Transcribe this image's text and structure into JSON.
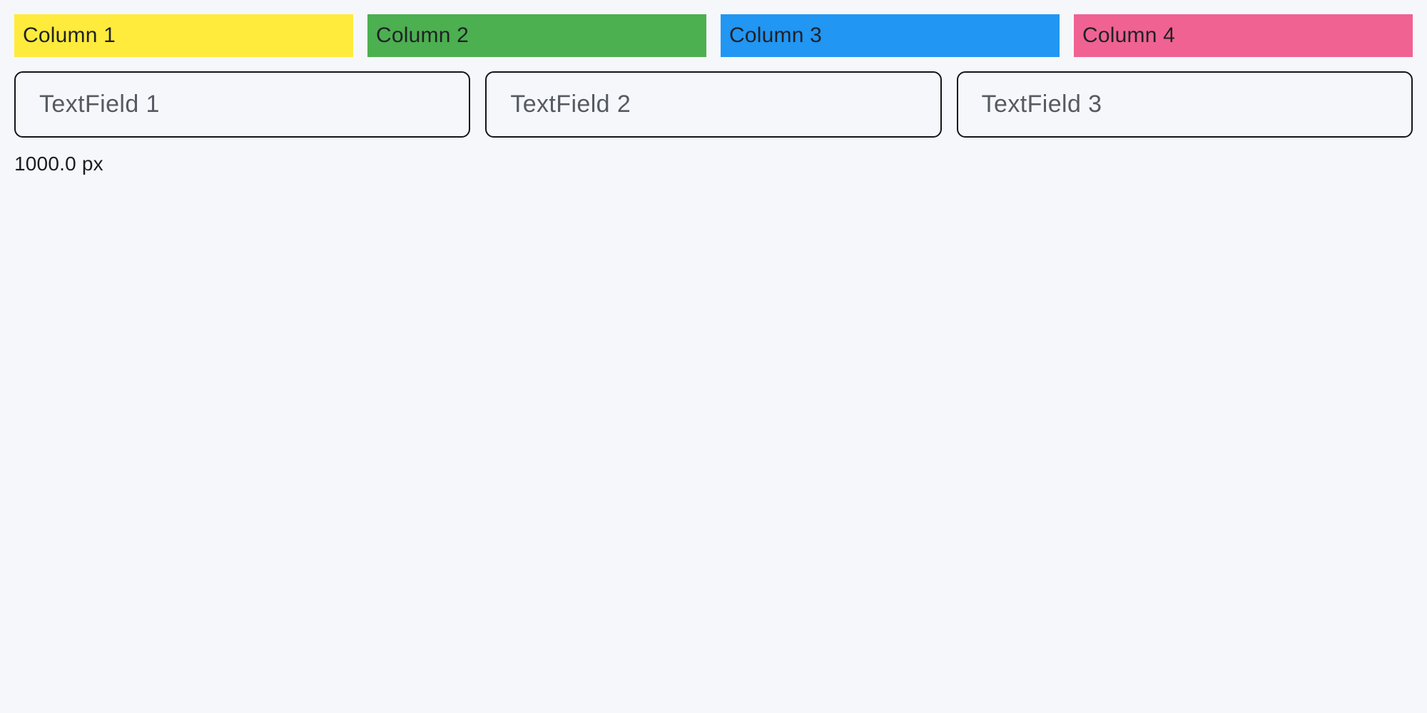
{
  "page": {
    "background": "#F6F7FB",
    "height_label": "1000.0 px"
  },
  "columns": [
    {
      "label": "Column 1",
      "color": "#FFEB3B"
    },
    {
      "label": "Column 2",
      "color": "#4CAF50"
    },
    {
      "label": "Column 3",
      "color": "#2196F3"
    },
    {
      "label": "Column 4",
      "color": "#F06292"
    }
  ],
  "textfields": [
    {
      "placeholder": "TextField 1"
    },
    {
      "placeholder": "TextField 2"
    },
    {
      "placeholder": "TextField 3"
    }
  ]
}
